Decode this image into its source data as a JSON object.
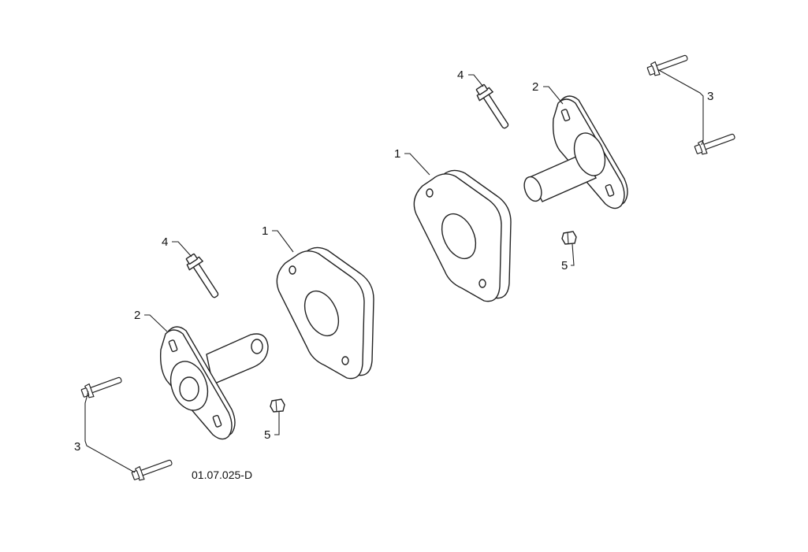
{
  "diagram": {
    "drawing_code": "01.07.025-D",
    "callouts": {
      "left_bolt_4": "4",
      "left_spacer_1": "1",
      "left_flange_2": "2",
      "left_bolts_3": "3",
      "left_nut_5": "5",
      "right_bolt_4": "4",
      "right_flange_2": "2",
      "right_spacer_1": "1",
      "right_bolts_3": "3",
      "right_nut_5": "5"
    }
  }
}
